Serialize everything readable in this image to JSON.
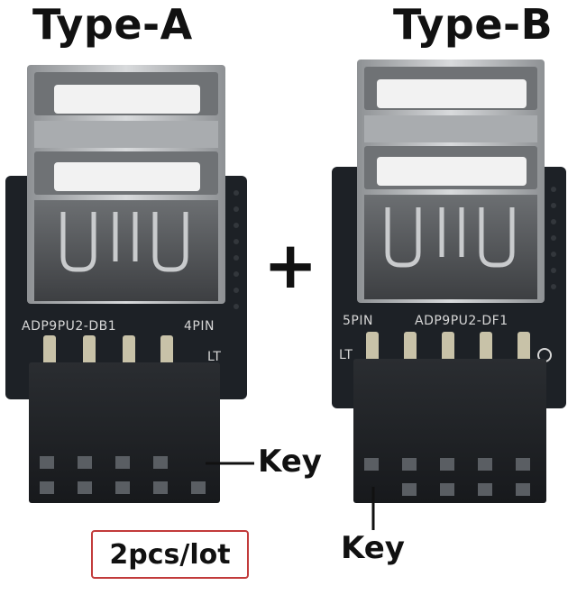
{
  "titles": {
    "left": "Type-A",
    "right": "Type-B"
  },
  "plus_sign": "+",
  "key_label_left": "Key",
  "key_label_right": "Key",
  "lot_badge": "2pcs/lot",
  "pcb_left": {
    "model": "ADP9PU2-DB1",
    "pin": "4PIN",
    "lt": "LT"
  },
  "pcb_right": {
    "pin": "5PIN",
    "model": "ADP9PU2-DF1",
    "lt": "LT"
  },
  "colors": {
    "accent": "#c23b3b",
    "pcb": "#1d2126",
    "metal": "#b9bcbf"
  }
}
